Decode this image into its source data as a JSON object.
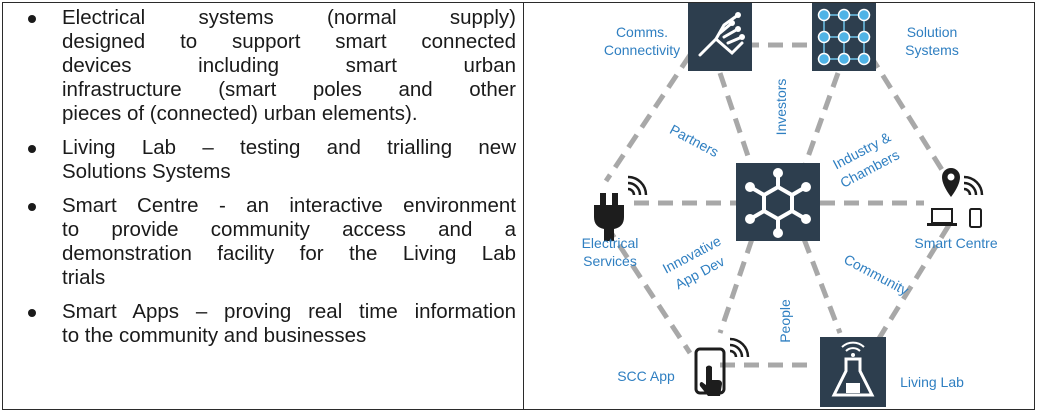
{
  "bullets": [
    {
      "lines": [
        "Electrical systems (normal supply)",
        "designed to support smart connected",
        "devices including smart urban",
        "infrastructure (smart poles and other",
        "pieces of (connected) urban elements)."
      ]
    },
    {
      "lines": [
        "Living Lab  – testing and trialling new",
        "Solutions Systems"
      ]
    },
    {
      "lines": [
        "Smart Centre - an interactive environment",
        "to provide community access and a",
        "demonstration facility for the Living Lab",
        "trials"
      ]
    },
    {
      "lines": [
        "Smart Apps – proving real time information",
        "to the community and businesses"
      ]
    }
  ],
  "diagram": {
    "nodes": {
      "comms": {
        "line1": "Comms.",
        "line2": "Connectivity"
      },
      "solution": {
        "line1": "Solution",
        "line2": "Systems"
      },
      "electrical": {
        "line1": "Electrical",
        "line2": "Services"
      },
      "smart_centre": {
        "label": "Smart Centre"
      },
      "scc_app": {
        "label": "SCC App"
      },
      "living_lab": {
        "label": "Living Lab"
      }
    },
    "edges": {
      "partners": "Partners",
      "investors": "Investors",
      "industry_1": "Industry &",
      "industry_2": "Chambers",
      "innovative_1": "Innovative",
      "innovative_2": "App Dev",
      "community": "Community",
      "people": "People"
    },
    "colors": {
      "label_blue": "#2f7fc1",
      "icon_dark": "#2d3e4e",
      "dashed_line": "#a8a8a8",
      "text": "#1a1a1a"
    },
    "icons": [
      "circuit-hand-icon",
      "solution-grid-icon",
      "hub-network-icon",
      "plug-wifi-icon",
      "location-devices-icon",
      "phone-touch-icon",
      "lab-flask-icon"
    ]
  }
}
